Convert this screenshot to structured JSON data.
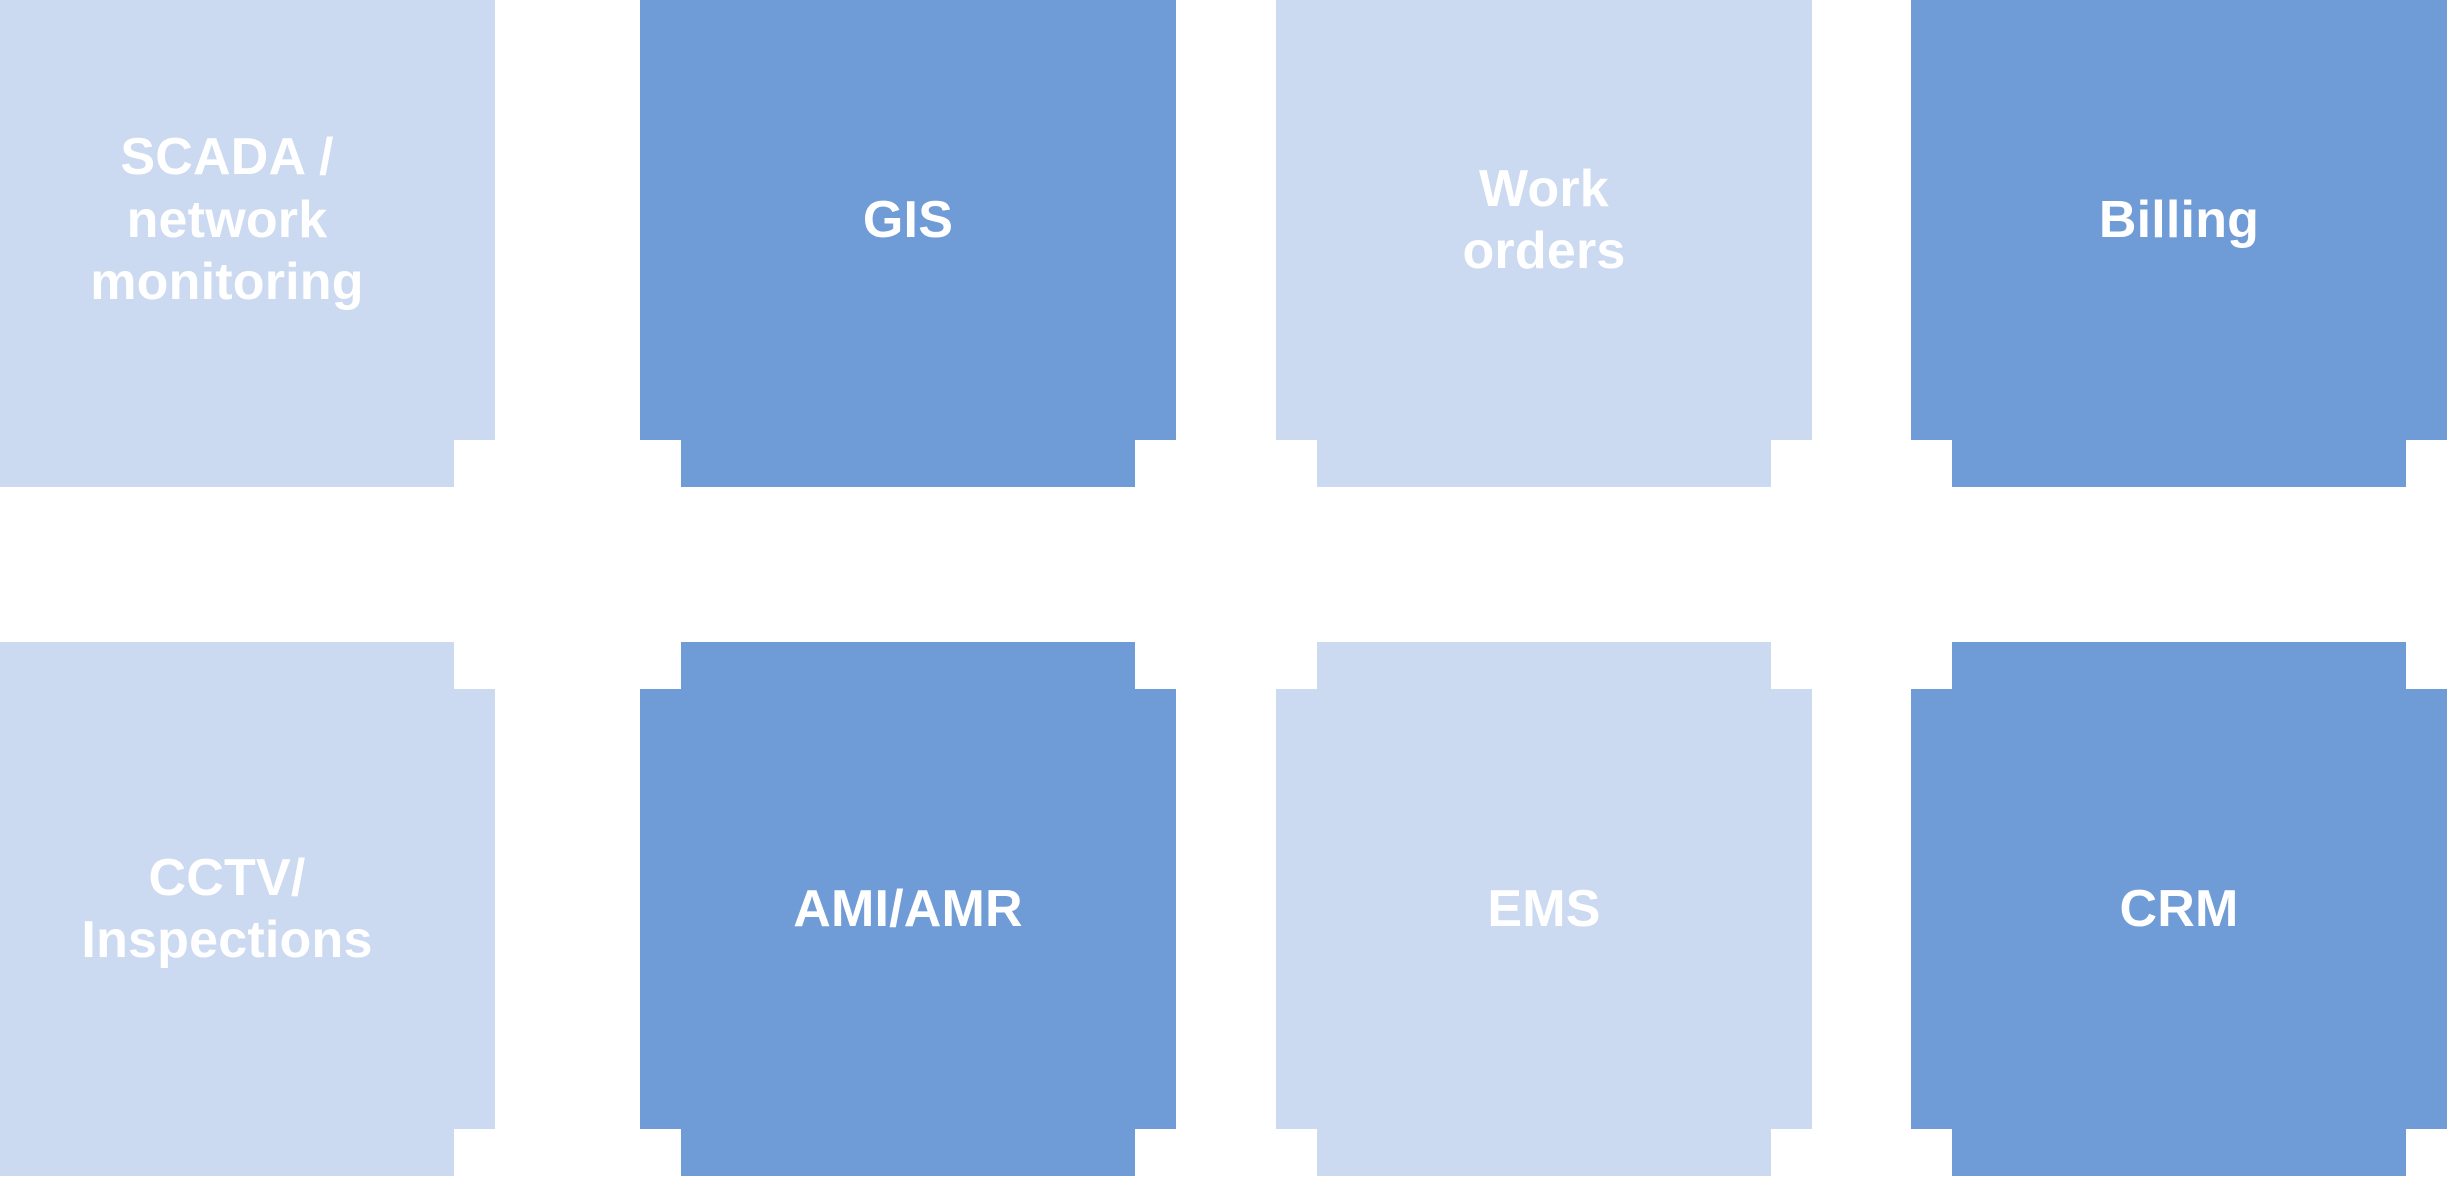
{
  "diagram": {
    "type": "grid-of-system-tiles",
    "columns": 4,
    "rows": 2,
    "background_color": "#ffffff",
    "palette": {
      "light_tile": "#cbdaf0",
      "dark_tile": "#6f9bd6",
      "label_text": "#ffffff"
    },
    "tile_shape": "notched-corner square (cross / plus silhouette)",
    "tiles": [
      {
        "id": "scada-network-monitoring",
        "label": "SCADA /\nnetwork\nmonitoring",
        "tone": "light",
        "row": 1,
        "column": 1,
        "fill": "#cbdaf0"
      },
      {
        "id": "gis",
        "label": "GIS",
        "tone": "dark",
        "row": 1,
        "column": 2,
        "fill": "#6f9bd6"
      },
      {
        "id": "work-orders",
        "label": "Work\norders",
        "tone": "light",
        "row": 1,
        "column": 3,
        "fill": "#cbdaf0"
      },
      {
        "id": "billing",
        "label": "Billing",
        "tone": "dark",
        "row": 1,
        "column": 4,
        "fill": "#6f9bd6"
      },
      {
        "id": "cctv-inspections",
        "label": "CCTV/\nInspections",
        "tone": "light",
        "row": 2,
        "column": 1,
        "fill": "#cbdaf0"
      },
      {
        "id": "ami-amr",
        "label": "AMI/AMR",
        "tone": "dark",
        "row": 2,
        "column": 2,
        "fill": "#6f9bd6"
      },
      {
        "id": "ems",
        "label": "EMS",
        "tone": "light",
        "row": 2,
        "column": 3,
        "fill": "#cbdaf0"
      },
      {
        "id": "crm",
        "label": "CRM",
        "tone": "dark",
        "row": 2,
        "column": 4,
        "fill": "#6f9bd6"
      }
    ]
  }
}
